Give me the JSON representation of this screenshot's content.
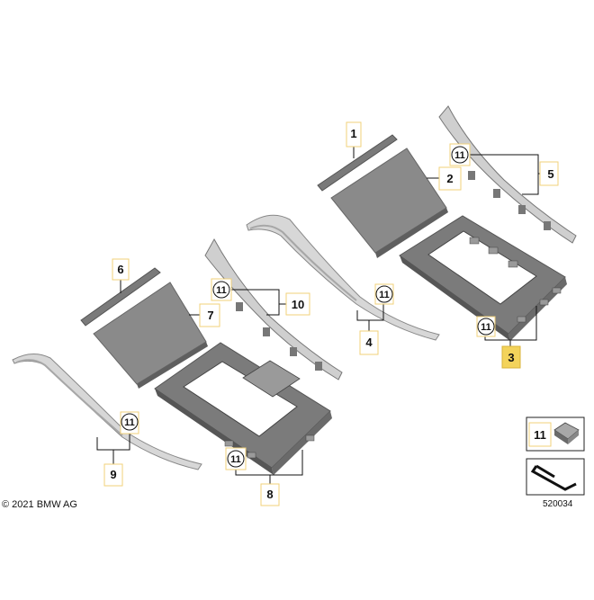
{
  "colors": {
    "part_fill": "#7f7f7f",
    "part_dark": "#5c5c5c",
    "part_light": "#c9c9c9",
    "trim_light": "#dcdcdc",
    "label_box_border": "#f2d27a",
    "highlight_fill": "#f3d35b",
    "line": "#111111"
  },
  "callouts": {
    "c1": "1",
    "c2": "2",
    "c3": "3",
    "c4": "4",
    "c5": "5",
    "c6": "6",
    "c7": "7",
    "c8": "8",
    "c9": "9",
    "c10": "10",
    "c11_legend": "11"
  },
  "fastener_label": "11",
  "highlighted_part": "3",
  "copyright": "© 2021 BMW AG",
  "document_number": "520034"
}
